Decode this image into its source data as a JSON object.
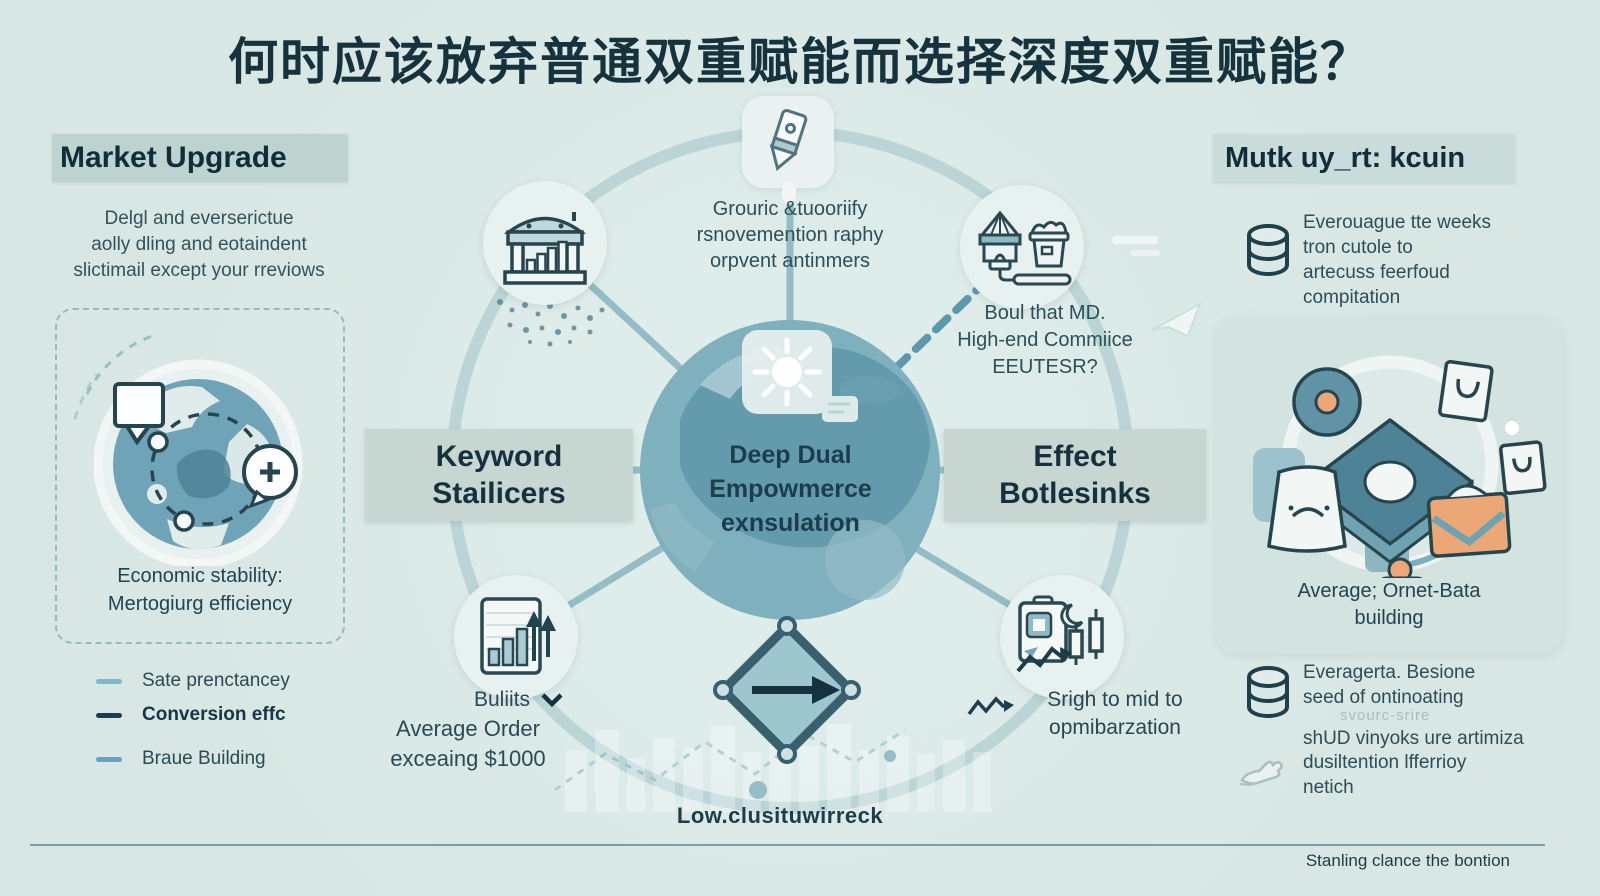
{
  "colors": {
    "background": "#d9e7e4",
    "ink": "#15323d",
    "teal_accent": "#6fa7b8",
    "orange_accent": "#e9a873",
    "panel": "#d2e3e0",
    "navy": "#1e3c50"
  },
  "title": "何时应该放弃普通双重赋能而选择深度双重赋能？",
  "left": {
    "heading": "Market Upgrade",
    "paragraph": "Delgl and everserictue\naolly dling and eotaindent\nslictimail except your rreviows",
    "card_caption": "Economic stability:\nMertogiurg efficiency",
    "legend": [
      {
        "label": "Sate prenctancey",
        "color": "#7fb8cf"
      },
      {
        "label": "Conversion effc",
        "color": "#1e3c50"
      },
      {
        "label": "Braue Building",
        "color": "#64a5bd"
      }
    ]
  },
  "center": {
    "top_caption": "Grouric &tuooriify\nrsnovemention raphy\norpvent antinmers",
    "hub_label": "Deep Dual\nEmpowmerce\nexnsulation",
    "left_box": "Keyword\nStailicers",
    "right_box": "Effect\nBotlesinks",
    "right_caption": "Boul that MD.\nHigh-end Commiice\nEEUTESR?",
    "chips_label": "Buliits",
    "order_caption": "Average Order\nexceaing $1000",
    "growth_caption": "Srigh to mid to\nopmibarzation",
    "bottom_caption": "Low.clusituwirreck"
  },
  "right": {
    "heading": "Mutk uy_rt: kcuin",
    "paragraph": "Everouague tte weeks\ntron cutole to\nartecuss feerfoud\ncompitation",
    "panel_caption": "Average; Ornet-Bata\nbuilding",
    "note_line1": "Everagerta. Besione\nseed of ontinoating",
    "note_faint": "svourc-srire",
    "note_line2": "shUD vinyoks ure artimiza",
    "note_line3": "dusiltention lfferrioy\nnetich"
  },
  "footer": {
    "note": "Stanling clance the bontion"
  }
}
